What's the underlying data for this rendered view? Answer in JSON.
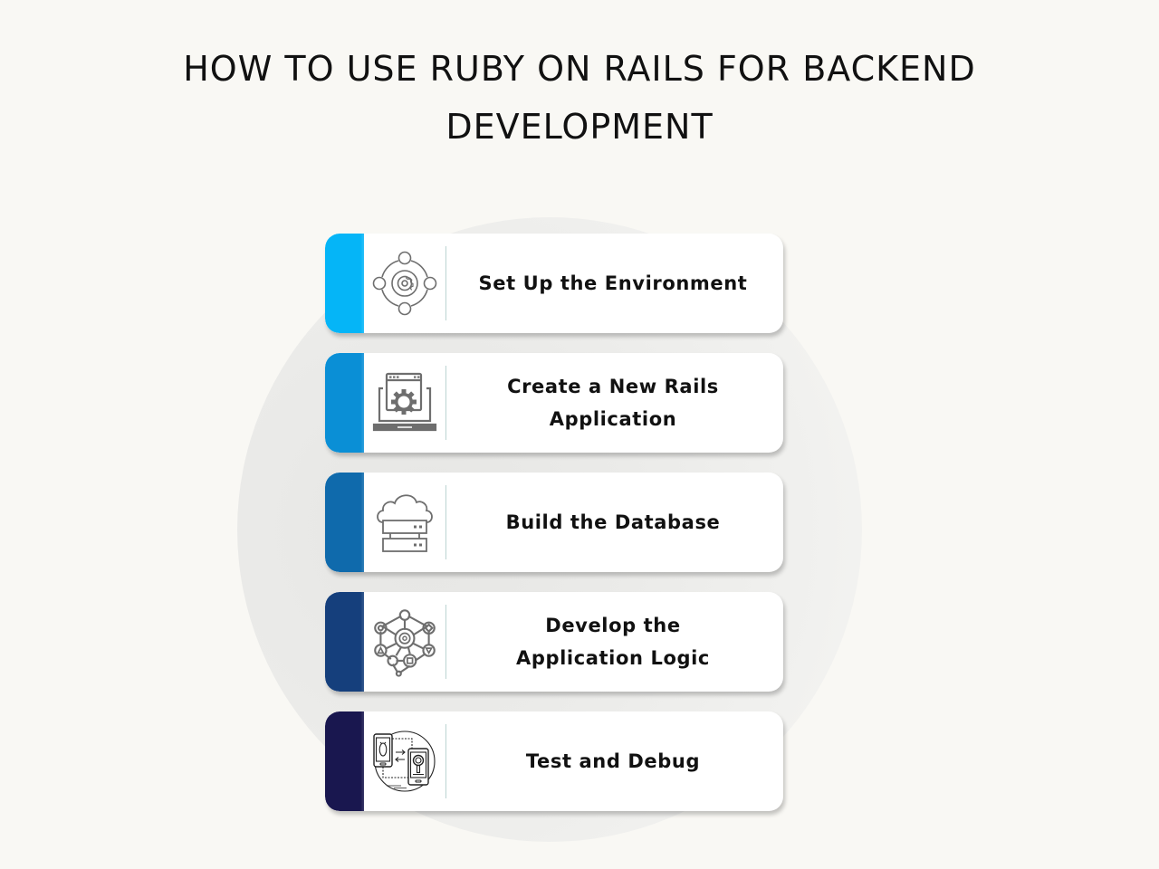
{
  "header": {
    "title_line1": "HOW TO USE RUBY ON RAILS FOR BACKEND",
    "title_line2": "DEVELOPMENT"
  },
  "steps": [
    {
      "label_lines": [
        "Set Up the Environment"
      ],
      "accent_color": "#05b5f7",
      "icon": "gear-network-icon"
    },
    {
      "label_lines": [
        "Create a New Rails",
        "Application"
      ],
      "accent_color": "#0a8fd6",
      "icon": "laptop-gear-icon"
    },
    {
      "label_lines": [
        "Build the Database"
      ],
      "accent_color": "#0f6aac",
      "icon": "cloud-server-icon"
    },
    {
      "label_lines": [
        "Develop the",
        "Application Logic"
      ],
      "accent_color": "#153f7c",
      "icon": "logic-network-icon"
    },
    {
      "label_lines": [
        "Test and Debug"
      ],
      "accent_color": "#19174f",
      "icon": "bug-test-icon"
    }
  ]
}
